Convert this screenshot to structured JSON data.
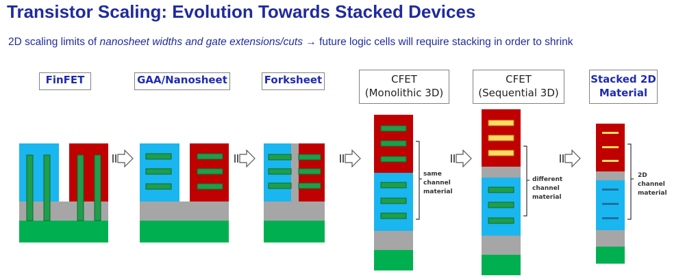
{
  "title": "Transistor Scaling: Evolution Towards Stacked Devices",
  "subtitle": {
    "part1": "2D scaling limits of ",
    "emph": "nanosheet widths and gate extensions/cuts",
    "arrow": "→",
    "part2": " future logic cells will require stacking in order to shrink"
  },
  "devices": [
    {
      "line1": "FinFET",
      "line2": ""
    },
    {
      "line1": "GAA/Nanosheet",
      "line2": ""
    },
    {
      "line1": "Forksheet",
      "line2": ""
    },
    {
      "line1": "CFET",
      "line2": "(Monolithic 3D)"
    },
    {
      "line1": "CFET",
      "line2": "(Sequential 3D)"
    },
    {
      "line1": "Stacked 2D",
      "line2": "Material"
    }
  ],
  "annotations": {
    "cfet_mono": [
      "same",
      "channel",
      "material"
    ],
    "cfet_seq": [
      "different",
      "channel",
      "material"
    ],
    "stacked_2d": [
      "2D",
      "channel",
      "material"
    ]
  },
  "colors": {
    "title": "#1f2b9e",
    "label_blue": "#1f2bb0",
    "p_region": "#c00000",
    "n_region": "#1ab6ef",
    "channel": "#1f9e4c",
    "channel_edge": "#0d6b2c",
    "substrate": "#00b050",
    "isolation": "#a6a6a6",
    "seq_channel": "#ffd966",
    "d2_channel": "#f2e15a"
  },
  "icons": [
    "transition-arrow-icon",
    "bracket-icon"
  ]
}
